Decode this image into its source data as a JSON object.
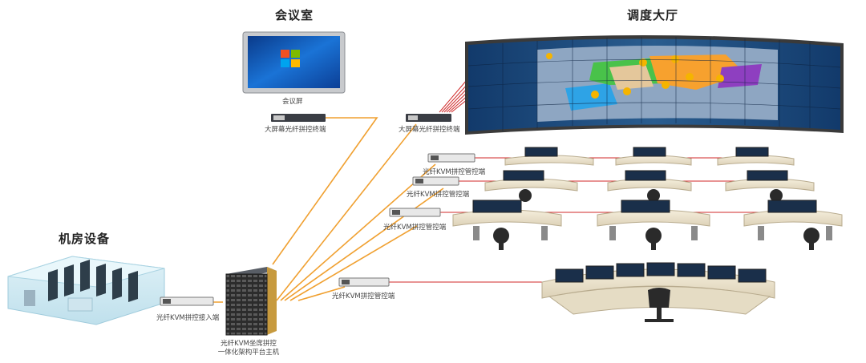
{
  "sections": {
    "meeting_room": "会议室",
    "dispatch_hall": "调度大厅",
    "machine_room": "机房设备"
  },
  "labels": {
    "meeting_screen": "会议屏",
    "terminal_meeting": "大屏幕光纤拼控终端",
    "terminal_videowall": "大屏幕光纤拼控终端",
    "console_terminal_1": "光纤KVM拼控管控端",
    "console_terminal_2": "光纤KVM拼控管控端",
    "console_terminal_3": "光纤KVM拼控管控端",
    "console_terminal_4": "光纤KVM拼控管控端",
    "access_terminal": "光纤KVM拼控接入端",
    "host_line1": "光纤KVM坐席拼控",
    "host_line2": "一体化架构平台主机"
  },
  "colors": {
    "fiber_link": "#f0a030",
    "network_link": "#d02a2a",
    "box": "#3a3d44"
  }
}
